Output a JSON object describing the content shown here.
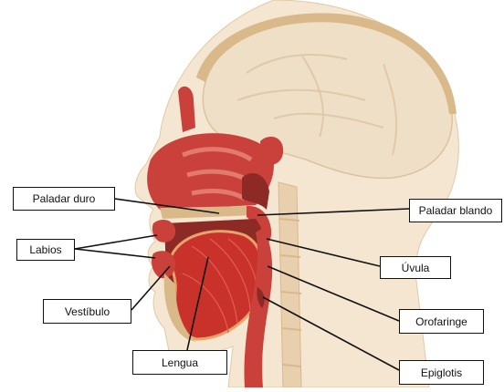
{
  "labels": {
    "paladar_duro": "Paladar duro",
    "paladar_blando": "Paladar blando",
    "labios": "Labios",
    "uvula": "Úvula",
    "vestibulo": "Vestíbulo",
    "orofaringe": "Orofaringe",
    "lengua": "Lengua",
    "epiglotis": "Epiglotis"
  },
  "colors": {
    "skin": "#f4e6d0",
    "skin_dark": "#e8cfae",
    "brain": "#efdfc6",
    "bone": "#d9b98a",
    "tissue_red": "#c9413a",
    "tissue_light": "#e27a6e",
    "tongue": "#c8322b",
    "cavity_dark": "#8e2a26",
    "leader_line": "#111111"
  }
}
